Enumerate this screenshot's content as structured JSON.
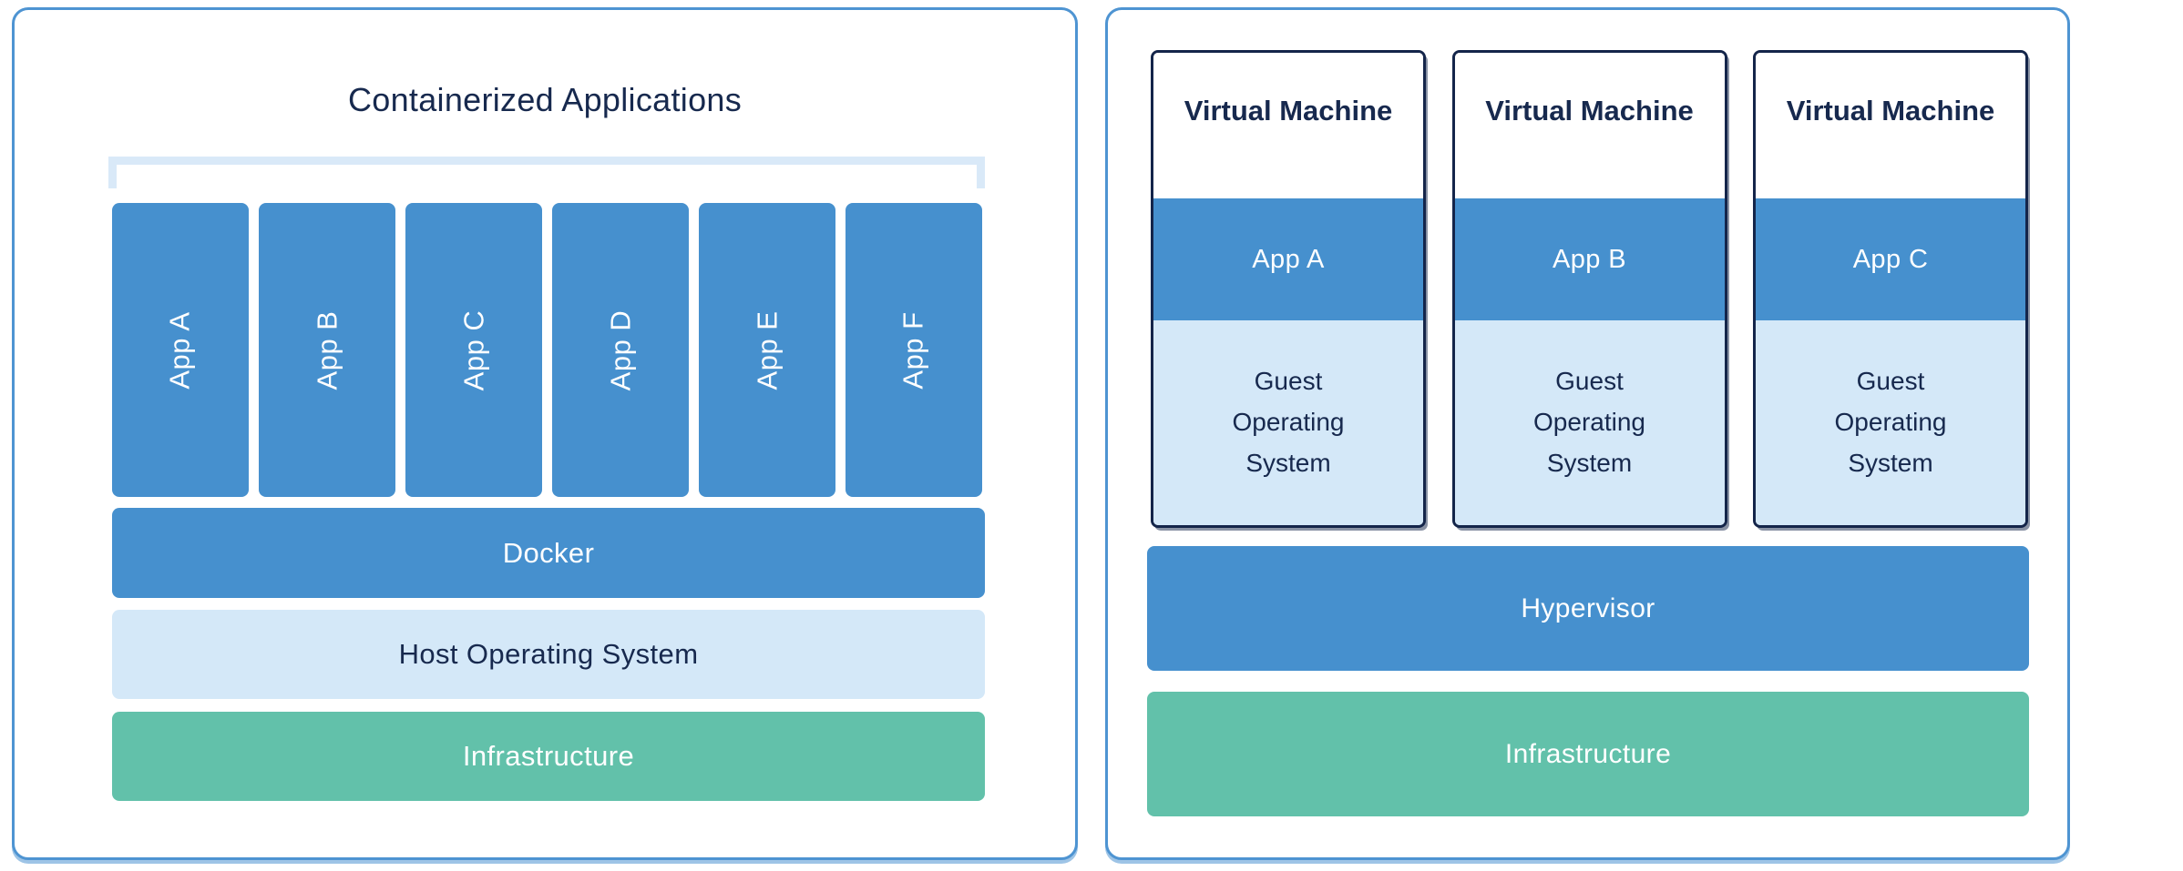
{
  "colors": {
    "panel_border": "#4E94D2",
    "bar_blue": "#4690CE",
    "light_blue": "#D4E8F8",
    "bracket_blue": "#D9E9F8",
    "green": "#62C1AA",
    "navy_text": "#17294E",
    "white_text": "#FFFFFF",
    "vm_box_border": "#14254A"
  },
  "left_panel": {
    "title": "Containerized Applications",
    "apps": [
      "App A",
      "App B",
      "App C",
      "App D",
      "App E",
      "App F"
    ],
    "layers": {
      "docker": "Docker",
      "host_os": "Host Operating System",
      "infrastructure": "Infrastructure"
    }
  },
  "right_panel": {
    "vms": [
      {
        "title": "Virtual Machine",
        "app": "App A",
        "guest_os": "Guest Operating System"
      },
      {
        "title": "Virtual Machine",
        "app": "App B",
        "guest_os": "Guest Operating System"
      },
      {
        "title": "Virtual Machine",
        "app": "App C",
        "guest_os": "Guest Operating System"
      }
    ],
    "layers": {
      "hypervisor": "Hypervisor",
      "infrastructure": "Infrastructure"
    }
  }
}
